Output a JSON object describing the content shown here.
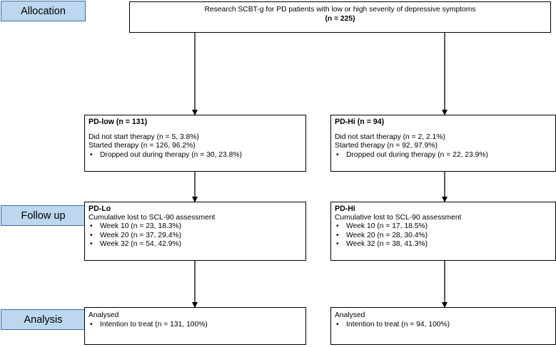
{
  "stages": {
    "allocation": "Allocation",
    "follow_up": "Follow up",
    "analysis": "Analysis"
  },
  "top": {
    "line1": "Research SCBT-g for PD patients with low or high severity of depressive symptoms",
    "line2": "(n = 225)"
  },
  "left": {
    "enrol": {
      "title": "PD-low (n = 131)",
      "did_not_start": "Did not start therapy (n = 5, 3.8%)",
      "started": "Started therapy (n = 126, 96.2%)",
      "dropped": "Dropped out during therapy (n = 30, 23.8%)"
    },
    "followup": {
      "title": "PD-Lo",
      "subtitle": "Cumulative lost to SCL-90 assessment",
      "weeks": [
        "Week 10 (n = 23, 18.3%)",
        "Week 20 (n = 37, 29.4%)",
        "Week 32 (n = 54, 42.9%)"
      ]
    },
    "analysis": {
      "title": "Analysed",
      "itt": "Intention to treat (n = 131, 100%)"
    }
  },
  "right": {
    "enrol": {
      "title": "PD-Hi (n = 94)",
      "did_not_start": "Did not start therapy (n = 2, 2.1%)",
      "started": "Started therapy (n = 92, 97.9%)",
      "dropped": "Dropped out during therapy (n = 22, 23.9%)"
    },
    "followup": {
      "title": "PD-Hi",
      "subtitle": "Cumulative lost to SCL-90 assessment",
      "weeks": [
        "Week 10 (n = 17, 18.5%)",
        "Week 20 (n = 28, 30.4%)",
        "Week 32 (n = 38, 41.3%)"
      ]
    },
    "analysis": {
      "title": "Analysed",
      "itt": "Intention to treat (n = 94, 100%)"
    }
  },
  "colors": {
    "stage_fill": "#bcd7ee",
    "stage_border": "#3d6f9c",
    "line": "#000000"
  }
}
